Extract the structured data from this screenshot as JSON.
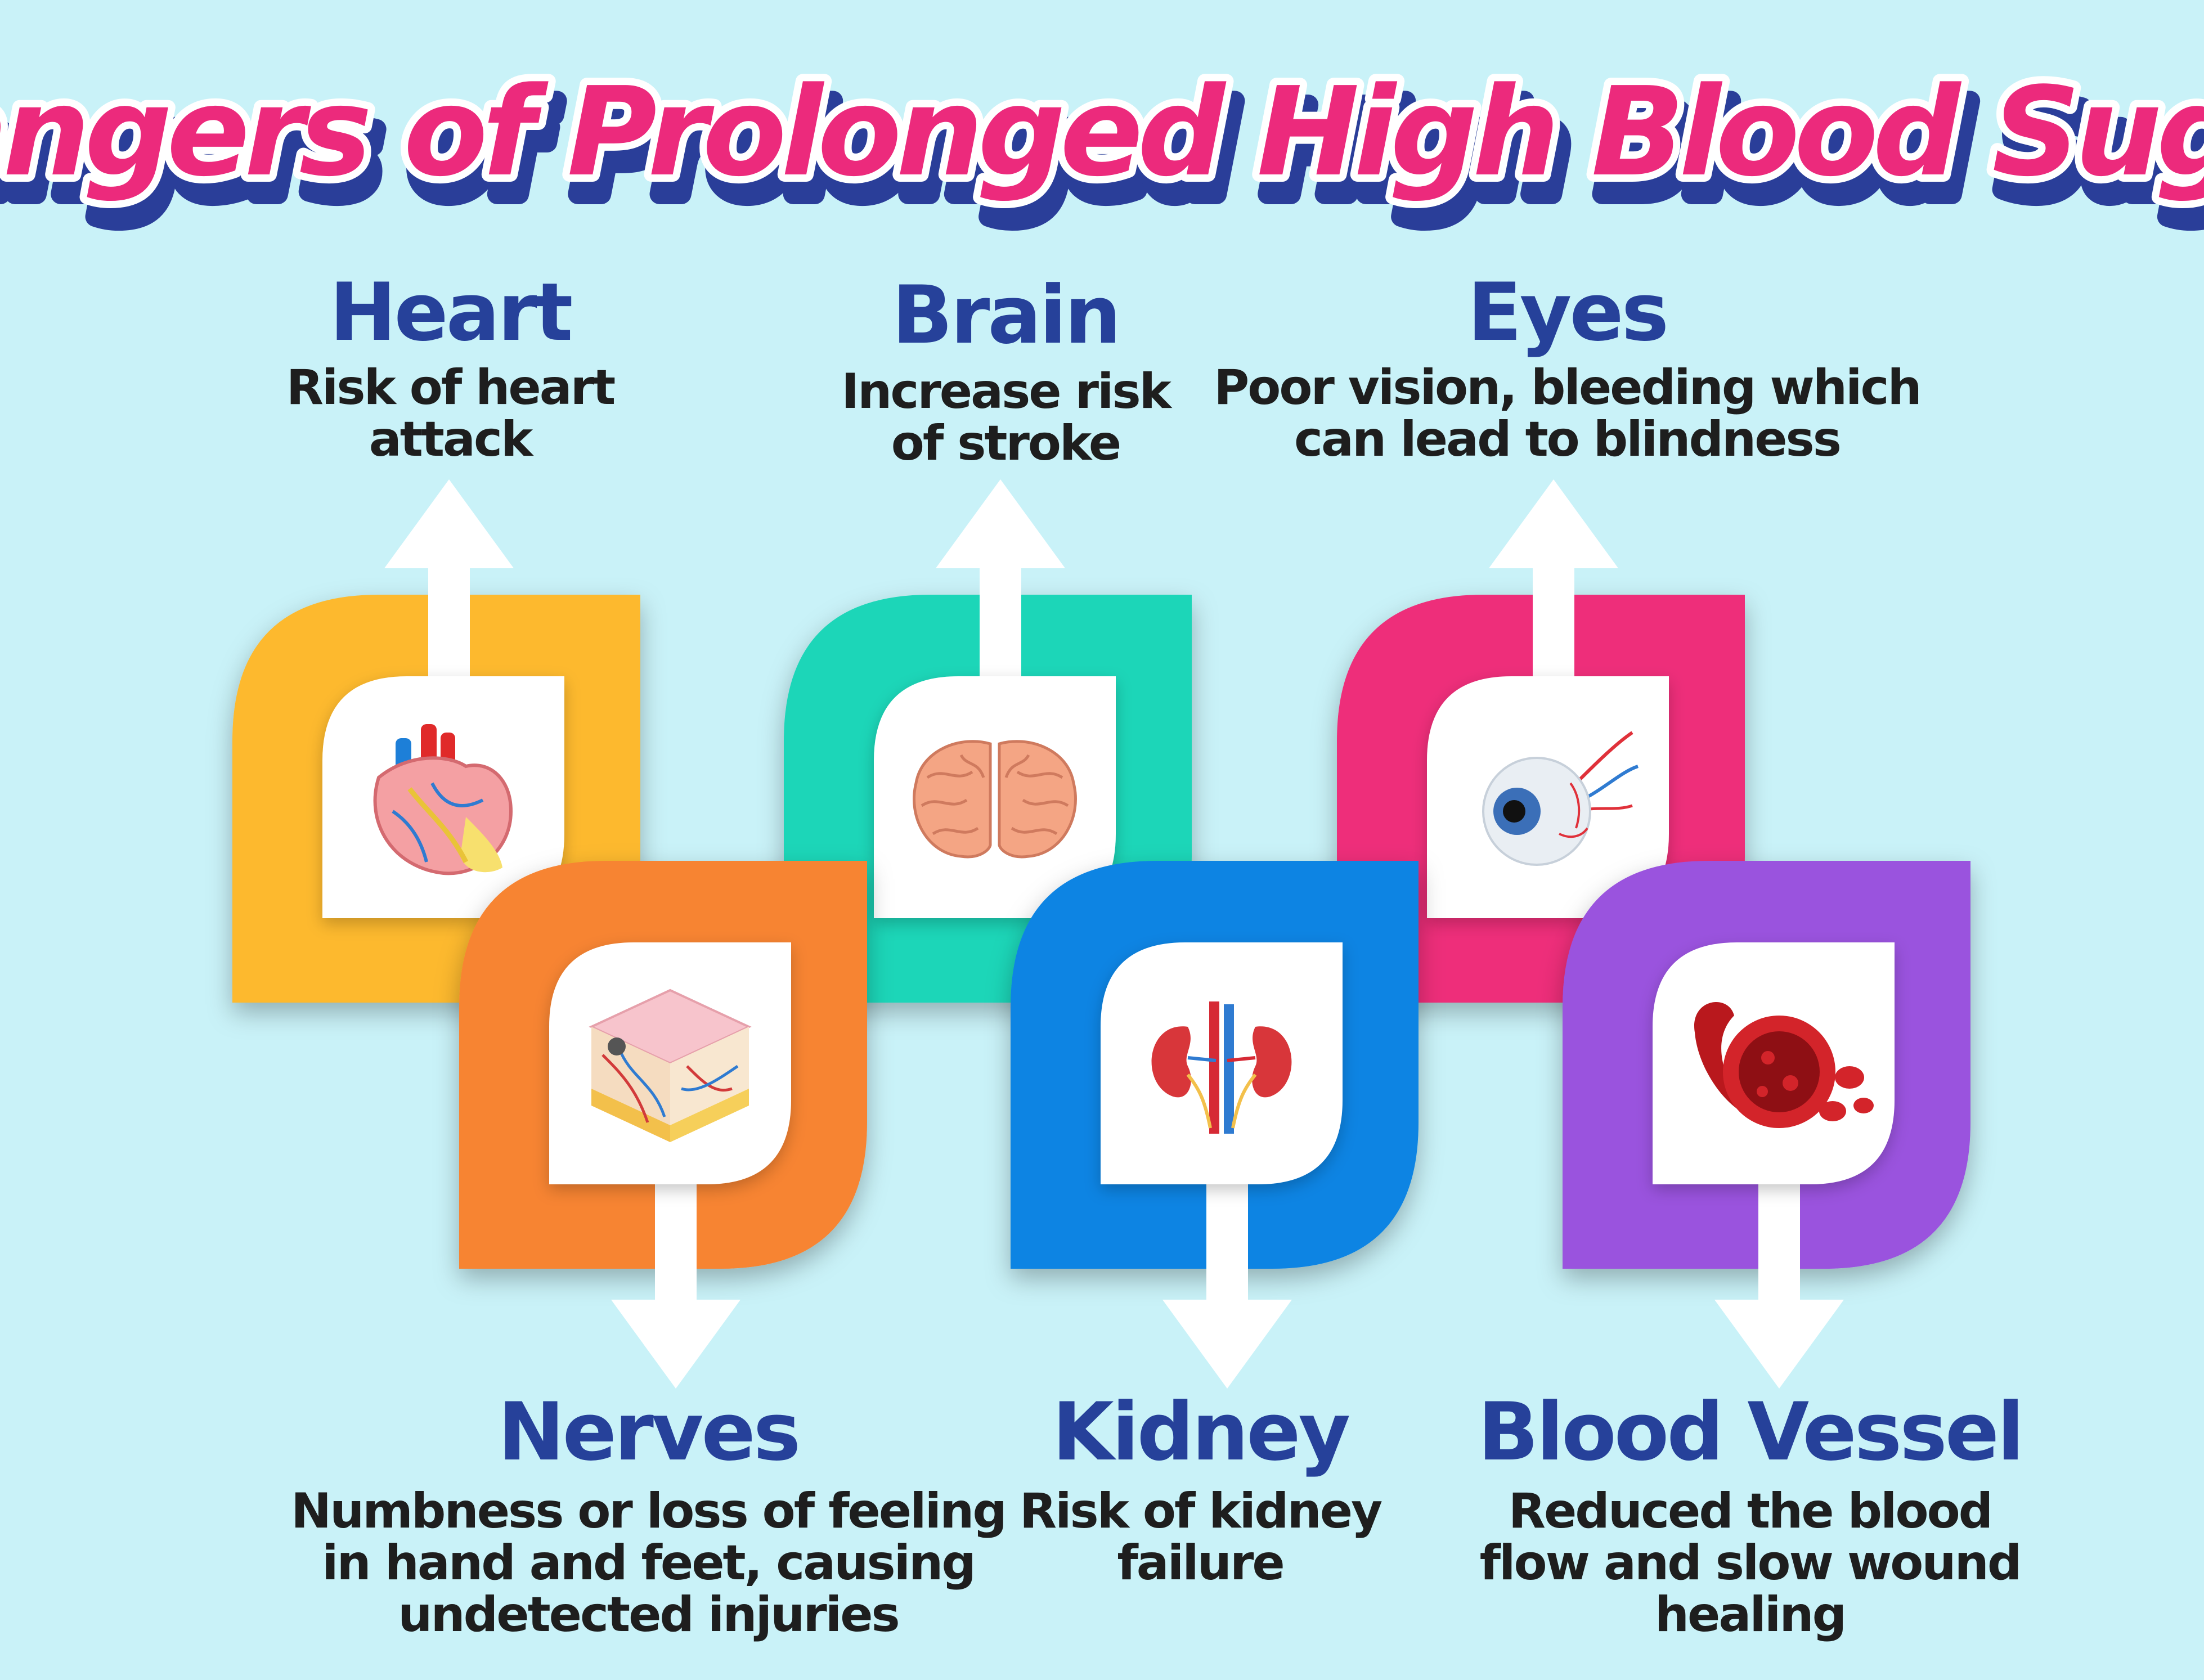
{
  "title": "Dangers of Prolonged High Blood Sugar",
  "colors": {
    "background": "#c9f2f8",
    "title_fill": "#ec2a7c",
    "title_shadow": "#2a3e99",
    "heading": "#26419a",
    "description": "#1e1e1e",
    "arrow": "#ffffff"
  },
  "organs": [
    {
      "key": "heart",
      "heading": "Heart",
      "description": [
        "Risk of heart",
        "attack"
      ],
      "icon": "heart-icon",
      "color": "#fdb92e",
      "arrow": "up"
    },
    {
      "key": "nerves",
      "heading": "Nerves",
      "description": [
        "Numbness or loss of feeling",
        "in hand and feet, causing",
        "undetected injuries"
      ],
      "icon": "skin-nerves-icon",
      "color": "#f78431",
      "arrow": "down"
    },
    {
      "key": "brain",
      "heading": "Brain",
      "description": [
        "Increase risk",
        "of stroke"
      ],
      "icon": "brain-icon",
      "color": "#1fd6b8",
      "arrow": "up"
    },
    {
      "key": "kidney",
      "heading": "Kidney",
      "description": [
        "Risk of kidney",
        "failure"
      ],
      "icon": "kidney-icon",
      "color": "#0f84e3",
      "arrow": "down"
    },
    {
      "key": "eyes",
      "heading": "Eyes",
      "description": [
        "Poor vision, bleeding which",
        "can lead to blindness"
      ],
      "icon": "eyeball-icon",
      "color": "#ee2d7a",
      "arrow": "up"
    },
    {
      "key": "blood_vessel",
      "heading": "Blood Vessel",
      "description": [
        "Reduced the blood",
        "flow and slow wound",
        "healing"
      ],
      "icon": "blood-vessel-icon",
      "color": "#9a52de",
      "arrow": "down"
    }
  ]
}
